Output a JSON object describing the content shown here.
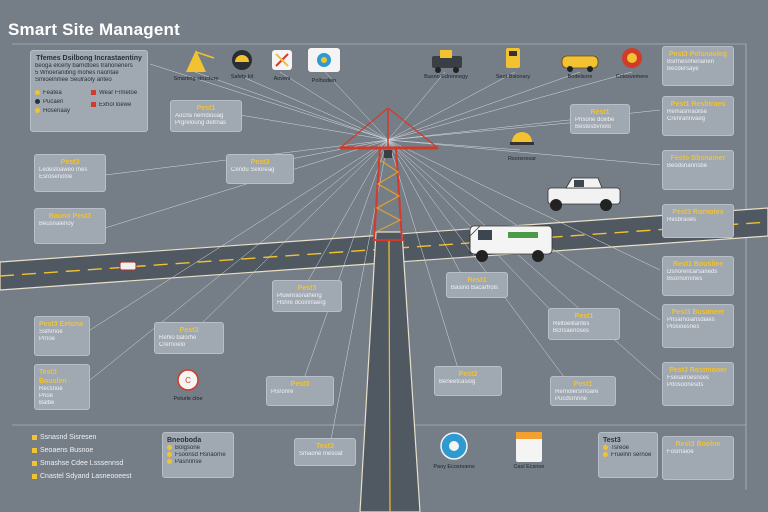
{
  "title": "Smart Site Managent",
  "colors": {
    "background": "#757d87",
    "road": "#505861",
    "road_line": "#f2c230",
    "crane": "#d23a2a",
    "accent": "#f2c230",
    "card": "#a0a8b2"
  },
  "top_icons": [
    {
      "name": "crane-icon",
      "caption": "Smarting structure"
    },
    {
      "name": "helmet-icon",
      "caption": "Safety kit"
    },
    {
      "name": "tools-icon",
      "caption": "Aoveni"
    },
    {
      "name": "sensor-icon",
      "caption": "Polhodien"
    },
    {
      "name": "excavator-icon",
      "caption": "Basno Edrennegy"
    },
    {
      "name": "fuel-icon",
      "caption": "Seot Bsionary"
    },
    {
      "name": "vehicle-icon",
      "caption": "Bodelsore"
    },
    {
      "name": "alarm-icon",
      "caption": "Colosvemere"
    }
  ],
  "intro_card": {
    "heading": "Tfemes Dsilbong Incrastaentiny",
    "lines": [
      "beoga elcerly barndtoes trahoneners",
      "5 Wnoeranibng mohes naontae",
      "Smioelnmee Seulraoly anteo"
    ],
    "keys": [
      "Featea",
      "Pucaen",
      "Hosenaay"
    ],
    "legend": [
      "Wear Frmetoe",
      "Exhol loewe"
    ]
  },
  "callouts": [
    {
      "key": "Pest1",
      "lines": [
        "Aocrla nemdiouag",
        "Prgreloung detrnas"
      ]
    },
    {
      "key": "Pest3",
      "lines": [
        "Cendu Seloreag"
      ]
    },
    {
      "key": "Rest1",
      "lines": [
        "Prisone doiilbe",
        "Bestesbvnolo"
      ]
    },
    {
      "key": "Pest3",
      "lines": [
        "Pluwnrasnaheng",
        "Hshre dcoinnlaerg"
      ]
    },
    {
      "key": "Pest3",
      "lines": [
        "Rehlo balorhe",
        "Crernoelo"
      ]
    },
    {
      "key": "Rest1",
      "lines": [
        "Basino Bacarfrols"
      ]
    },
    {
      "key": "Pest1",
      "lines": [
        "Reltoelitantes",
        "Bcnsaerioses"
      ]
    },
    {
      "key": "Pest2",
      "lines": [
        "Beneetcasiog"
      ]
    },
    {
      "key": "Pest3",
      "lines": [
        "Pisronre"
      ]
    },
    {
      "key": "Pest1",
      "lines": [
        "Rernolersrnoare",
        "Pucdsrnrine"
      ]
    },
    {
      "key": "Test3",
      "lines": [
        "Smaone mesoat"
      ]
    }
  ],
  "left_cards": [
    {
      "key": "Pest3",
      "lines": [
        "Ledesloaweo mes",
        "Esrosenoloe"
      ]
    },
    {
      "key": "Bauno Pest3",
      "lines": [
        "Beusnalenoy"
      ]
    },
    {
      "key": "Pest3 Eetona",
      "lines": [
        "Sslhrnoe",
        "Prnoe"
      ]
    },
    {
      "key": "Test3 Bouslen",
      "lines": [
        "Recsnoe",
        "Pnoe",
        "Balbe"
      ]
    }
  ],
  "right_cards": [
    {
      "key": "Pest3 Polsnaoleg",
      "lines": [
        "Bsrmesnhenanen",
        "Becdersaye"
      ]
    },
    {
      "key": "Pest1 Resbtraes",
      "lines": [
        "Remasnraoilse",
        "Crenranrivaeg"
      ]
    },
    {
      "key": "Festo Bbsnamer",
      "lines": [
        "Beodsnarinsbe"
      ]
    },
    {
      "key": "Pest3 Rornotes",
      "lines": [
        "Resbraoes"
      ]
    },
    {
      "key": "Rest1 Bousliee",
      "lines": [
        "Dsnorencarsaneds",
        "Bsornornines"
      ]
    },
    {
      "key": "Pest3 Busaneer",
      "lines": [
        "Pnsarnoiansdiaes",
        "Piosioesnes"
      ]
    },
    {
      "key": "Pest3 Rostmoner",
      "lines": [
        "Fsesalroesnces",
        "Pdosoonesds"
      ]
    },
    {
      "key": "Rest3 Bnolne",
      "lines": [
        "Fosrnaioe"
      ]
    }
  ],
  "bottom_legend": [
    "Ssnasnd Sisresen",
    "Seoaens Busnoe",
    "Smashse Cdee Lsssennsd",
    "Cnastel Sdyand Lasneooeest"
  ],
  "bottom_cards": [
    {
      "key": "Bneoboda",
      "lines": [
        "Bolgsone",
        "Fsoonsd Hsnaorne",
        "Pasnrinse"
      ]
    },
    {
      "key": "Test3",
      "lines": [
        "Tsreoe",
        "Fruelnn sernoe"
      ]
    }
  ],
  "mid_icons": [
    {
      "name": "shield-icon",
      "caption": "Peturle cloe"
    },
    {
      "name": "hardhat-icon",
      "caption": "Rsorsnesar"
    },
    {
      "name": "network-icon",
      "caption": "Paoy Ecosnoens"
    },
    {
      "name": "clipboard-icon",
      "caption": "Casl Ecsnoe"
    }
  ]
}
